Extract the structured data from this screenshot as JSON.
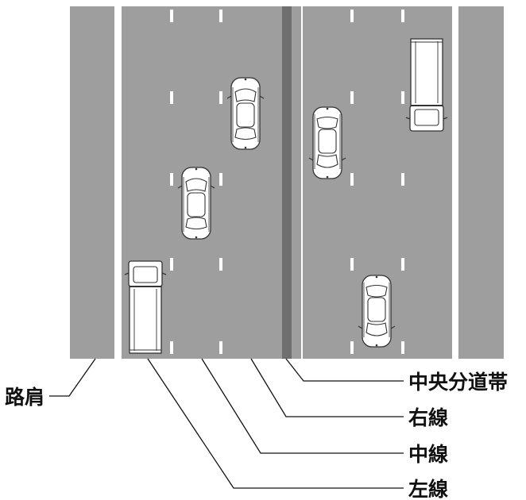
{
  "labels": {
    "shoulder": "路肩",
    "median": "中央分道帯",
    "right_lane": "右線",
    "center_lane": "中線",
    "left_lane": "左線"
  },
  "colors": {
    "road": "#9e9e9e",
    "median_stripe": "#6f6f6f",
    "lane_line": "#ffffff",
    "leader": "#111111"
  },
  "vehicles": [
    {
      "kind": "car",
      "direction": "up"
    },
    {
      "kind": "car",
      "direction": "up"
    },
    {
      "kind": "truck",
      "direction": "up"
    },
    {
      "kind": "car",
      "direction": "down"
    },
    {
      "kind": "truck",
      "direction": "down"
    },
    {
      "kind": "car",
      "direction": "down"
    }
  ]
}
